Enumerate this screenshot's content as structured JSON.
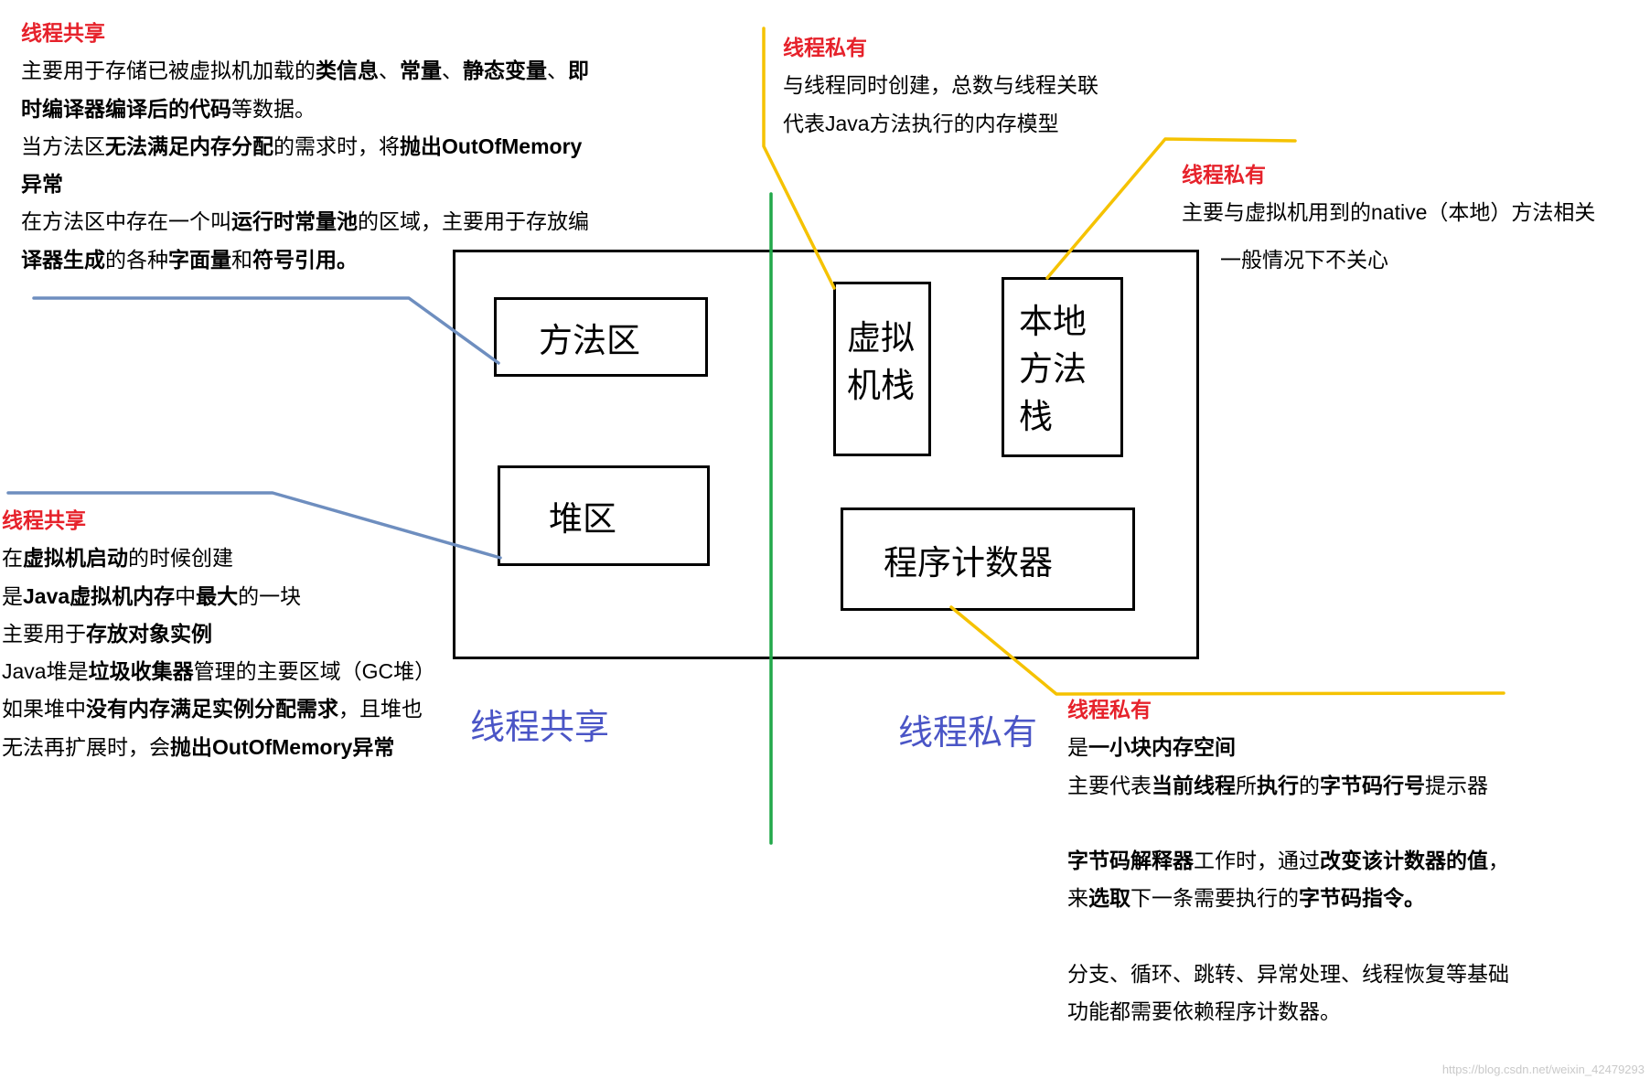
{
  "notes": {
    "method_area": {
      "heading": "线程共享",
      "lines": [
        [
          {
            "t": "主要用于存储已被虚拟机加载的"
          },
          {
            "t": "类信息",
            "b": true
          },
          {
            "t": "、"
          },
          {
            "t": "常量",
            "b": true
          },
          {
            "t": "、"
          },
          {
            "t": "静态变量",
            "b": true
          },
          {
            "t": "、"
          },
          {
            "t": "即",
            "b": true
          }
        ],
        [
          {
            "t": "时编译器编译后的代码",
            "b": true
          },
          {
            "t": "等数据。"
          }
        ],
        [
          {
            "t": "当方法区"
          },
          {
            "t": "无法满足内存分配",
            "b": true
          },
          {
            "t": "的需求时，将"
          },
          {
            "t": "抛出OutOfMemory",
            "b": true
          }
        ],
        [
          {
            "t": "异常",
            "b": true
          }
        ],
        [
          {
            "t": "在方法区中存在一个叫"
          },
          {
            "t": "运行时常量池",
            "b": true
          },
          {
            "t": "的区域，主要用于存放编"
          }
        ],
        [
          {
            "t": "译器生成",
            "b": true
          },
          {
            "t": "的各种"
          },
          {
            "t": "字面量",
            "b": true
          },
          {
            "t": "和"
          },
          {
            "t": "符号引用。",
            "b": true
          }
        ]
      ]
    },
    "vm_stack": {
      "heading": "线程私有",
      "lines": [
        [
          {
            "t": "与线程同时创建，总数与线程关联"
          }
        ],
        [
          {
            "t": "代表Java方法执行的内存模型"
          }
        ]
      ]
    },
    "native_stack": {
      "heading": "线程私有",
      "lines": [
        [
          {
            "t": "主要与虚拟机用到的native（本地）方法相关"
          }
        ],
        [
          {
            "t": "一般情况下不关心"
          }
        ]
      ]
    },
    "heap": {
      "heading": "线程共享",
      "lines": [
        [
          {
            "t": "在"
          },
          {
            "t": "虚拟机启动",
            "b": true
          },
          {
            "t": "的时候创建"
          }
        ],
        [
          {
            "t": "是"
          },
          {
            "t": "Java虚拟机内存",
            "b": true
          },
          {
            "t": "中"
          },
          {
            "t": "最大",
            "b": true
          },
          {
            "t": "的一块"
          }
        ],
        [
          {
            "t": "主要用于"
          },
          {
            "t": "存放对象实例",
            "b": true
          }
        ],
        [
          {
            "t": "Java堆是"
          },
          {
            "t": "垃圾收集器",
            "b": true
          },
          {
            "t": "管理的主要区域（GC堆）"
          }
        ],
        [
          {
            "t": "如果堆中"
          },
          {
            "t": "没有内存满足实例分配需求",
            "b": true
          },
          {
            "t": "，且堆也"
          }
        ],
        [
          {
            "t": "无法再扩展时，会"
          },
          {
            "t": "抛出OutOfMemory异常",
            "b": true
          }
        ]
      ]
    },
    "pc_register": {
      "heading": "线程私有",
      "lines": [
        [
          {
            "t": "是"
          },
          {
            "t": "一小块内存空间",
            "b": true
          }
        ],
        [
          {
            "t": "主要代表"
          },
          {
            "t": "当前线程",
            "b": true
          },
          {
            "t": "所"
          },
          {
            "t": "执行",
            "b": true
          },
          {
            "t": "的"
          },
          {
            "t": "字节码行号",
            "b": true
          },
          {
            "t": "提示器"
          }
        ],
        [],
        [
          {
            "t": "字节码解释器",
            "b": true
          },
          {
            "t": "工作时，通过"
          },
          {
            "t": "改变该计数器的值",
            "b": true
          },
          {
            "t": "，"
          }
        ],
        [
          {
            "t": "来"
          },
          {
            "t": "选取",
            "b": true
          },
          {
            "t": "下一条需要执行的"
          },
          {
            "t": "字节码指令。",
            "b": true
          }
        ],
        [],
        [
          {
            "t": "分支、循环、跳转、异常处理、线程恢复等基础"
          }
        ],
        [
          {
            "t": "功能都需要依赖程序计数器。"
          }
        ]
      ]
    }
  },
  "diagram": {
    "method_area": "方法区",
    "heap": "堆区",
    "vm_stack_lines": [
      "虚拟",
      "机栈"
    ],
    "native_stack_lines": [
      "本地",
      "方法",
      "栈"
    ],
    "pc_register": "程序计数器",
    "shared_label": "线程共享",
    "private_label": "线程私有"
  },
  "watermark": "https://blog.csdn.net/weixin_42479293",
  "colors": {
    "heading": "#e6222b",
    "partition_label": "#4a55c6",
    "shared_connector": "#6e8ebf",
    "private_connector": "#f5c200",
    "divider": "#22a84a"
  }
}
